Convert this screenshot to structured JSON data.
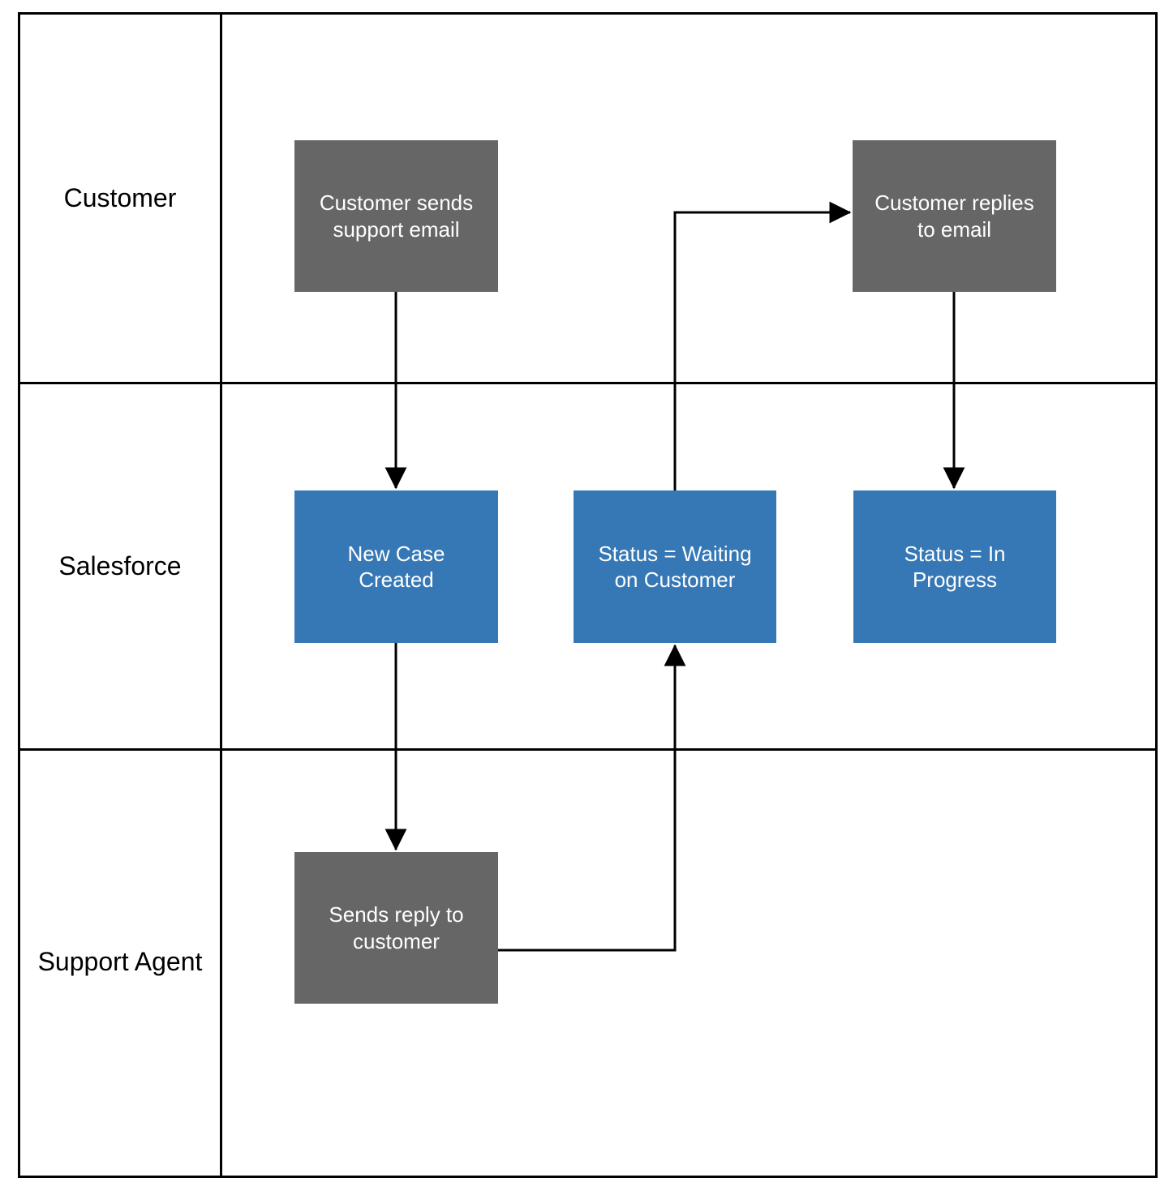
{
  "diagram": {
    "type": "swimlane-flowchart",
    "lanes": [
      {
        "id": "customer",
        "label": "Customer"
      },
      {
        "id": "salesforce",
        "label": "Salesforce"
      },
      {
        "id": "support-agent",
        "label": "Support Agent"
      }
    ],
    "nodes": [
      {
        "id": "customer-sends-email",
        "lane": "customer",
        "color": "gray",
        "label": "Customer sends\nsupport email"
      },
      {
        "id": "customer-replies-to-email",
        "lane": "customer",
        "color": "gray",
        "label": "Customer replies\nto email"
      },
      {
        "id": "new-case-created",
        "lane": "salesforce",
        "color": "blue",
        "label": "New Case\nCreated"
      },
      {
        "id": "status-waiting-on-customer",
        "lane": "salesforce",
        "color": "blue",
        "label": "Status = Waiting\non Customer"
      },
      {
        "id": "status-in-progress",
        "lane": "salesforce",
        "color": "blue",
        "label": "Status = In\nProgress"
      },
      {
        "id": "sends-reply-to-customer",
        "lane": "support-agent",
        "color": "gray",
        "label": "Sends reply to\ncustomer"
      }
    ],
    "edges": [
      {
        "from": "customer-sends-email",
        "to": "new-case-created"
      },
      {
        "from": "new-case-created",
        "to": "sends-reply-to-customer"
      },
      {
        "from": "sends-reply-to-customer",
        "to": "status-waiting-on-customer"
      },
      {
        "from": "status-waiting-on-customer",
        "to": "customer-replies-to-email"
      },
      {
        "from": "customer-replies-to-email",
        "to": "status-in-progress"
      }
    ],
    "colors": {
      "gray": "#666666",
      "blue": "#3678B6",
      "line": "#000000",
      "background": "#ffffff",
      "node_text": "#ffffff",
      "lane_text": "#000000"
    }
  }
}
